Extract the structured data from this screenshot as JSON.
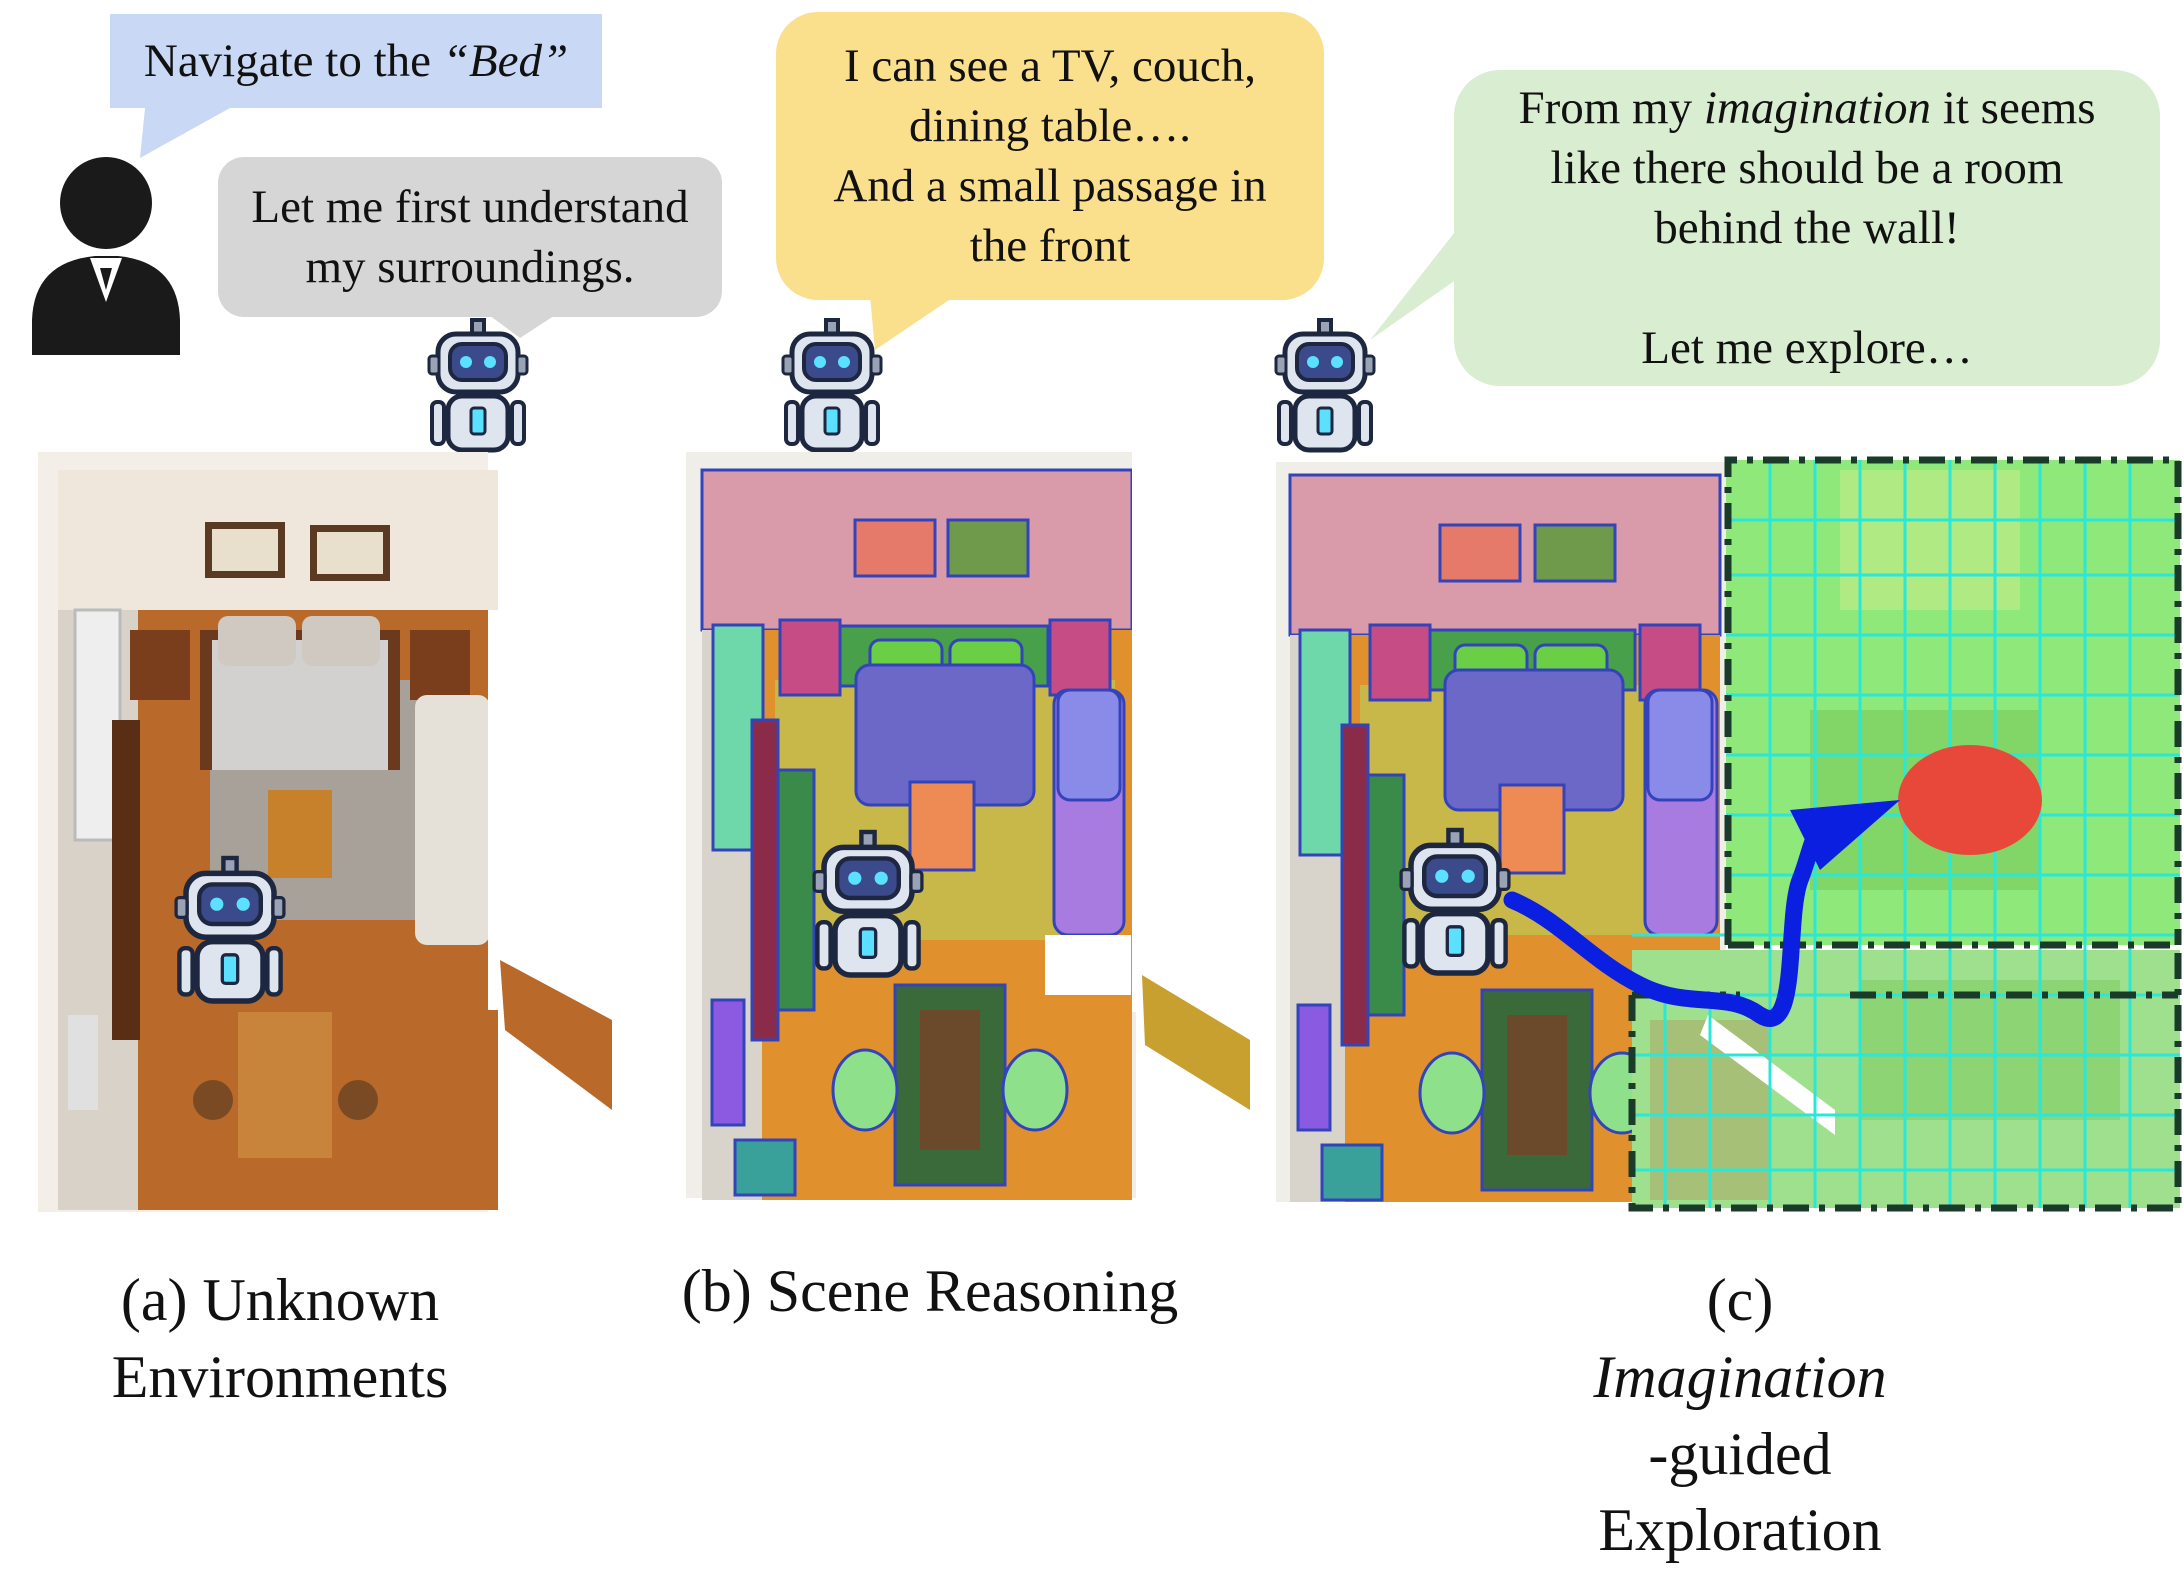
{
  "bubbles": {
    "user": {
      "pre": "Navigate to the ",
      "quote": "“Bed”"
    },
    "think": {
      "lines": [
        "Let me first understand",
        "my surroundings."
      ]
    },
    "see": {
      "lines": [
        "I can see a TV, couch,",
        "dining table….",
        "And a small passage in",
        "the front"
      ]
    },
    "imagine": {
      "line1_pre": "From my ",
      "line1_it": "imagination",
      "line1_post": " it seems",
      "line2": "like there should be a room",
      "line3": "behind the wall!",
      "line4": "Let me explore…"
    }
  },
  "captions": {
    "a": {
      "line1": "(a) Unknown",
      "line2": "Environments"
    },
    "b": {
      "line1": "(b) Scene Reasoning"
    },
    "c": {
      "line1_pre": "(c) ",
      "line1_it": "Imagination",
      "line1_post": "-guided",
      "line2": "Exploration"
    }
  },
  "icons": [
    "user-avatar-icon",
    "robot-icon",
    "bed-target-icon",
    "path-arrow-icon"
  ],
  "colors": {
    "user_bubble": "#c9d9f5",
    "think_bubble": "#d6d6d6",
    "see_bubble": "#fae08c",
    "imagine_bubble": "#d9edd0",
    "path": "#0a1fe0",
    "target": "#e8483a",
    "grid": "#29e8d8",
    "imagined_overlay": "#8fe87a"
  }
}
